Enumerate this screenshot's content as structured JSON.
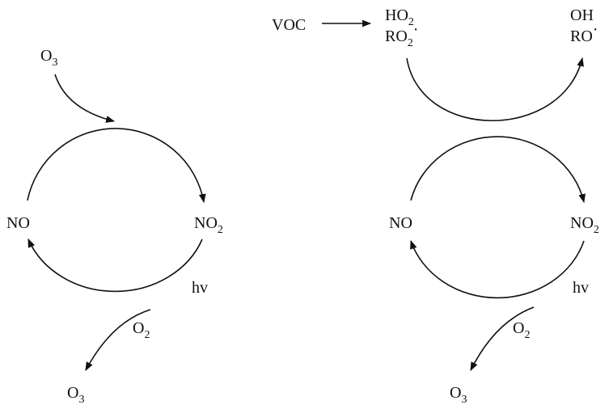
{
  "diagram": {
    "left_cycle": {
      "input_top": {
        "main": "O",
        "sub": "3"
      },
      "left_node": "NO",
      "right_node": {
        "main": "NO",
        "sub": "2"
      },
      "light": "hv",
      "o2": {
        "main": "O",
        "sub": "2"
      },
      "output": {
        "main": "O",
        "sub": "3"
      }
    },
    "right_cycle": {
      "voc": "VOC",
      "radicals_in": {
        "line1": {
          "main": "HO",
          "sub": "2"
        },
        "line2": {
          "main": "RO",
          "sub": "2",
          "dot": "·"
        }
      },
      "radicals_out": {
        "line1": "OH",
        "line2": {
          "main": "RO",
          "dot": "·"
        }
      },
      "left_node": "NO",
      "right_node": {
        "main": "NO",
        "sub": "2"
      },
      "light": "hv",
      "o2": {
        "main": "O",
        "sub": "2"
      },
      "output": {
        "main": "O",
        "sub": "3"
      }
    },
    "colors": {
      "ink": "#111111",
      "background": "#ffffff"
    }
  }
}
